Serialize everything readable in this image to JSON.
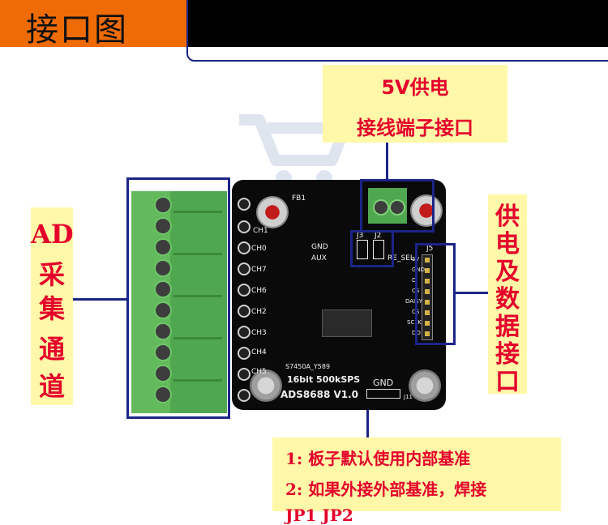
{
  "header": {
    "title": "接口图"
  },
  "callouts": {
    "power_terminal": {
      "line1": "5V供电",
      "line2": "接线端子接口"
    },
    "ad_channels": {
      "lines": [
        "AD",
        "采",
        "集",
        "通",
        "道"
      ]
    },
    "power_data": {
      "lines": [
        "供",
        "电",
        "及",
        "数",
        "据",
        "接",
        "口"
      ]
    },
    "reference_note": {
      "lines": [
        "1: 板子默认使用内部基准",
        "2: 如果外接外部基准，焊接",
        "JP1 JP2"
      ]
    }
  },
  "board": {
    "labels": {
      "model": "ADS8688 V1.0",
      "spec": "16bit  500kSPS",
      "ic_mark": "S7450A_Y589",
      "gnd": "GND",
      "j11": "J11",
      "j5": "J5",
      "fb1": "FB1",
      "channels": [
        "CH1",
        "CH0",
        "CH7",
        "CH6",
        "CH2",
        "CH3",
        "CH4",
        "CH5"
      ],
      "pins": [
        "5V",
        "GND",
        "DI",
        "CS",
        "DAISY",
        "CS",
        "SCLK",
        "DO"
      ],
      "jumpers": [
        "J3",
        "J2"
      ],
      "ref_labels": [
        "AUX",
        "GND",
        "RE_SEL"
      ]
    }
  },
  "colors": {
    "accent": "#ee6b06",
    "callout_bg": "#fff8a8",
    "callout_text": "#e4002b",
    "frame": "#1c2488",
    "pcb": "#0a0a0a",
    "terminal": "#4fa84f"
  }
}
